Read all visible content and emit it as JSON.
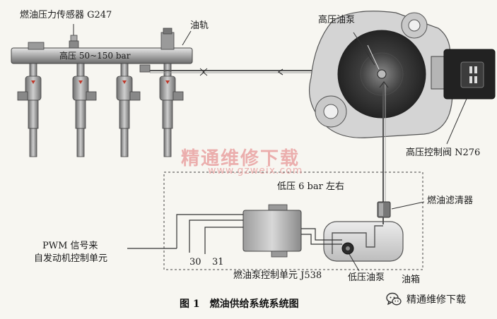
{
  "labels": {
    "sensor": "燃油压力传感器 G247",
    "rail": "油轨",
    "hp_pump": "高压油泵",
    "high_pressure": "高压 50~150 bar",
    "valve": "高压控制阀 N276",
    "low_pressure": "低压 6 bar 左右",
    "filter": "燃油滤清器",
    "pwm_line1": "PWM 信号来",
    "pwm_line2": "自发动机控制单元",
    "wire_30": "30",
    "wire_31": "31",
    "control_unit": "燃油泵控制单元 J538",
    "lp_pump": "低压油泵",
    "tank": "油箱"
  },
  "watermark": {
    "title": "精通维修下载",
    "url": "www.gzweix.com"
  },
  "caption": "图 1　燃油供给系统系统图",
  "badge": {
    "text": "精通维修下载",
    "icon": "wechat-icon"
  },
  "colors": {
    "background": "#f7f6f1",
    "line": "#333333",
    "watermark": "#e9a2a2"
  }
}
